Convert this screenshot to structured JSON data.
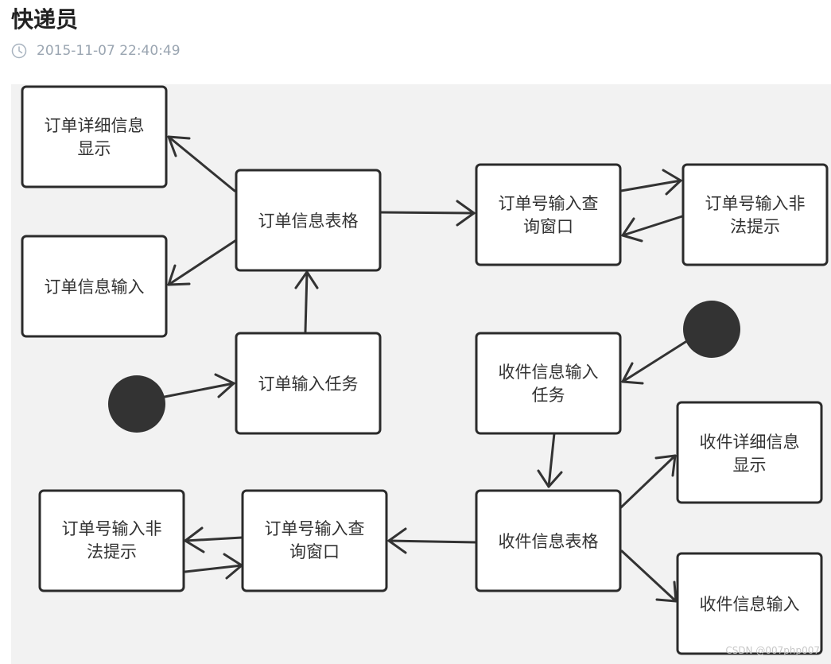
{
  "header": {
    "title": "快递员",
    "timestamp": "2015-11-07 22:40:49"
  },
  "icons": {
    "clock": "clock-icon"
  },
  "diagram": {
    "nodes": {
      "order_detail_display": [
        "订单详细信息",
        "显示"
      ],
      "order_info_input": [
        "订单信息输入"
      ],
      "order_info_table": [
        "订单信息表格"
      ],
      "order_input_task": [
        "订单输入任务"
      ],
      "order_query_window_top": [
        "订单号输入查",
        "询窗口"
      ],
      "order_invalid_top": [
        "订单号输入非",
        "法提示"
      ],
      "receipt_input_task": [
        "收件信息输入",
        "任务"
      ],
      "receipt_detail_display": [
        "收件详细信息",
        "显示"
      ],
      "receipt_info_table": [
        "收件信息表格"
      ],
      "receipt_info_input": [
        "收件信息输入"
      ],
      "order_query_window_bottom": [
        "订单号输入查",
        "询窗口"
      ],
      "order_invalid_bottom": [
        "订单号输入非",
        "法提示"
      ]
    }
  },
  "watermark": "CSDN @007php007",
  "colors": {
    "canvas": "#f2f2f2",
    "stroke": "#333333",
    "meta": "#9aa5b1"
  }
}
